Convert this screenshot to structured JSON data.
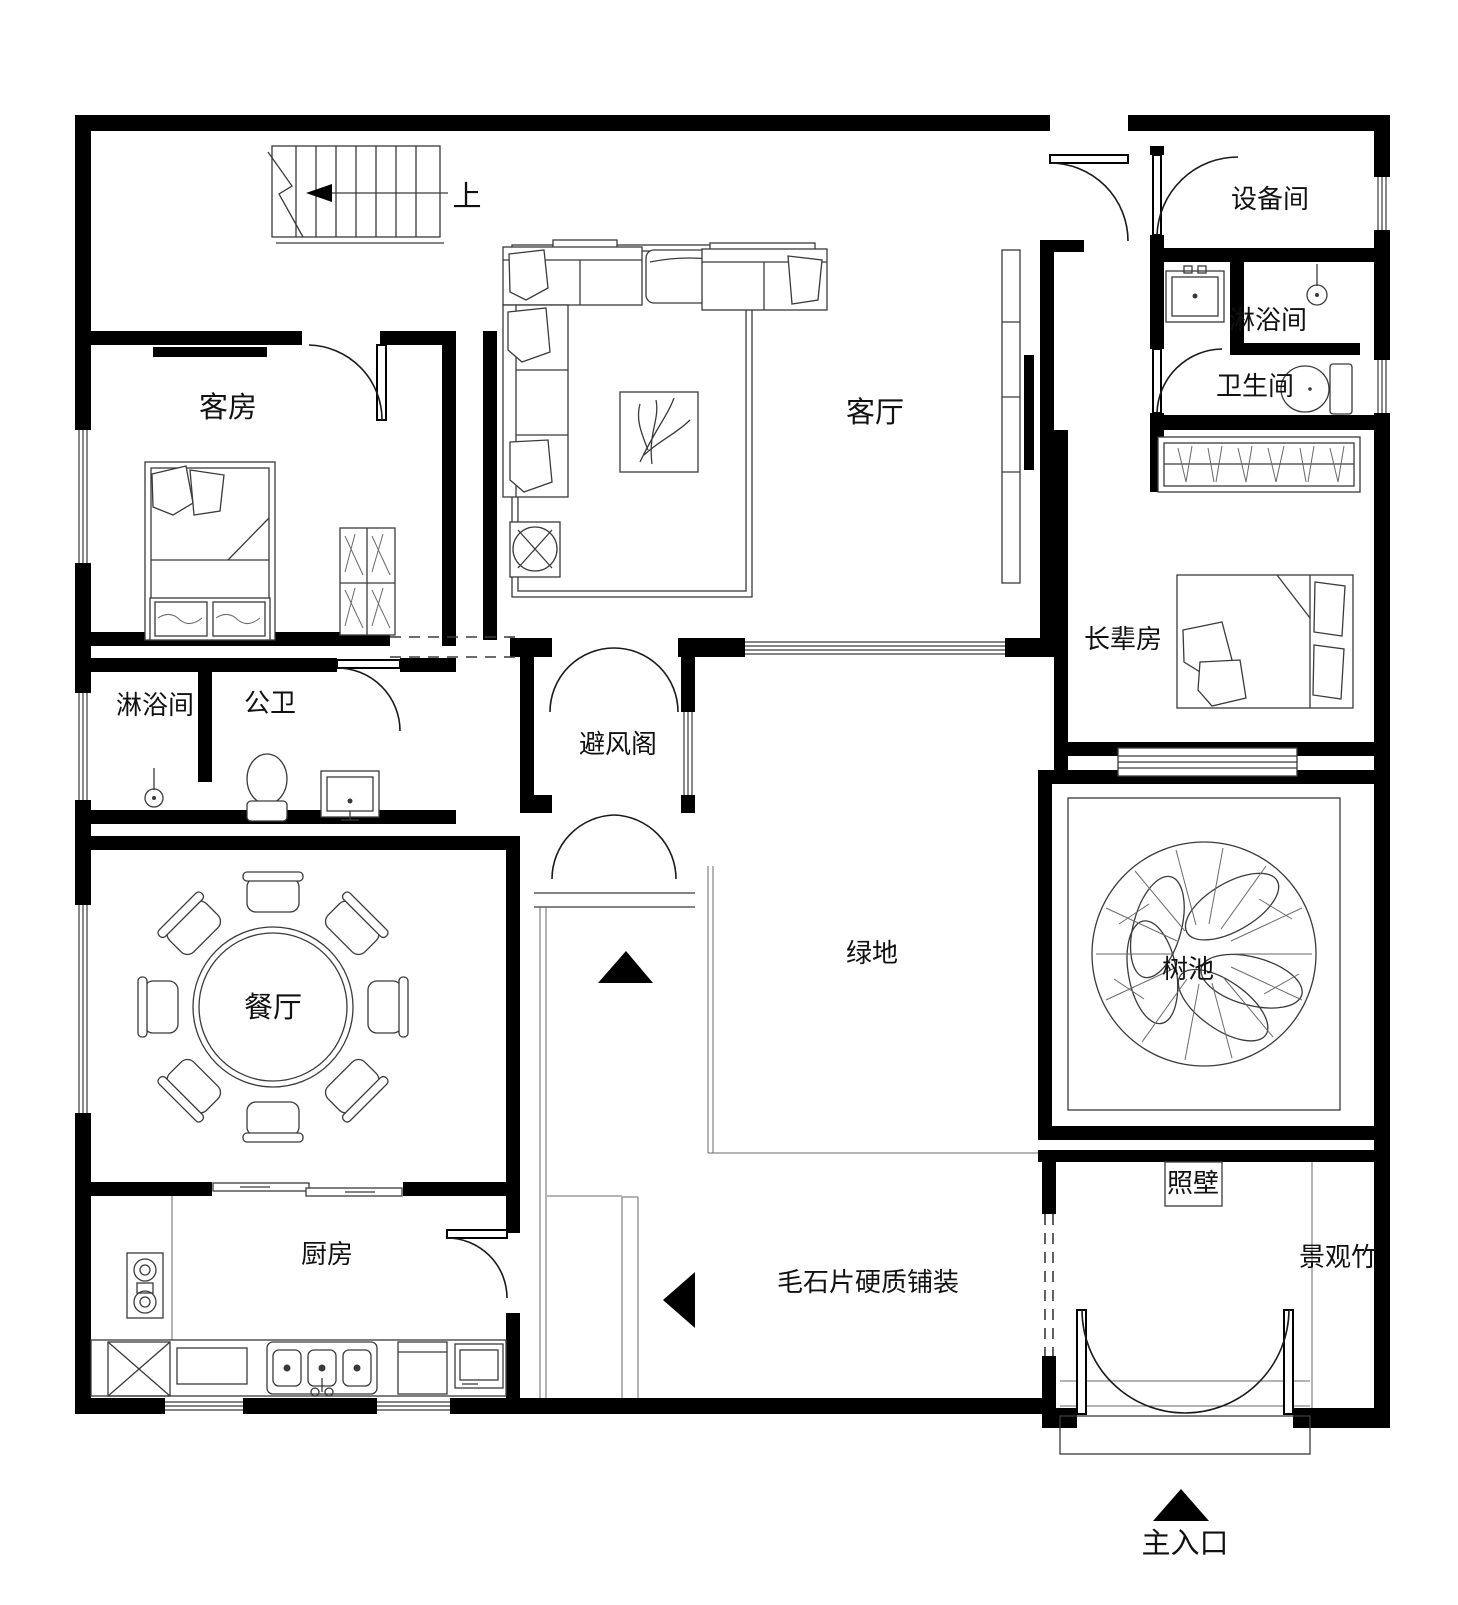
{
  "labels": {
    "up": "上",
    "equipment_room": "设备间",
    "guest_room": "客房",
    "living_room": "客厅",
    "shower_room_right": "淋浴间",
    "toilet_right": "卫生间",
    "elder_room": "长辈房",
    "shower_room_left": "淋浴间",
    "public_toilet": "公卫",
    "wind_pavilion": "避风阁",
    "green_space": "绿地",
    "tree_pool": "树池",
    "dining_room": "餐厅",
    "kitchen": "厨房",
    "screen_wall": "照壁",
    "landscape_bamboo": "景观竹",
    "stone_paving": "毛石片硬质铺装",
    "main_entrance": "主入口"
  },
  "colors": {
    "wall": "#000000",
    "line": "#3a3a3a",
    "background": "#ffffff"
  }
}
